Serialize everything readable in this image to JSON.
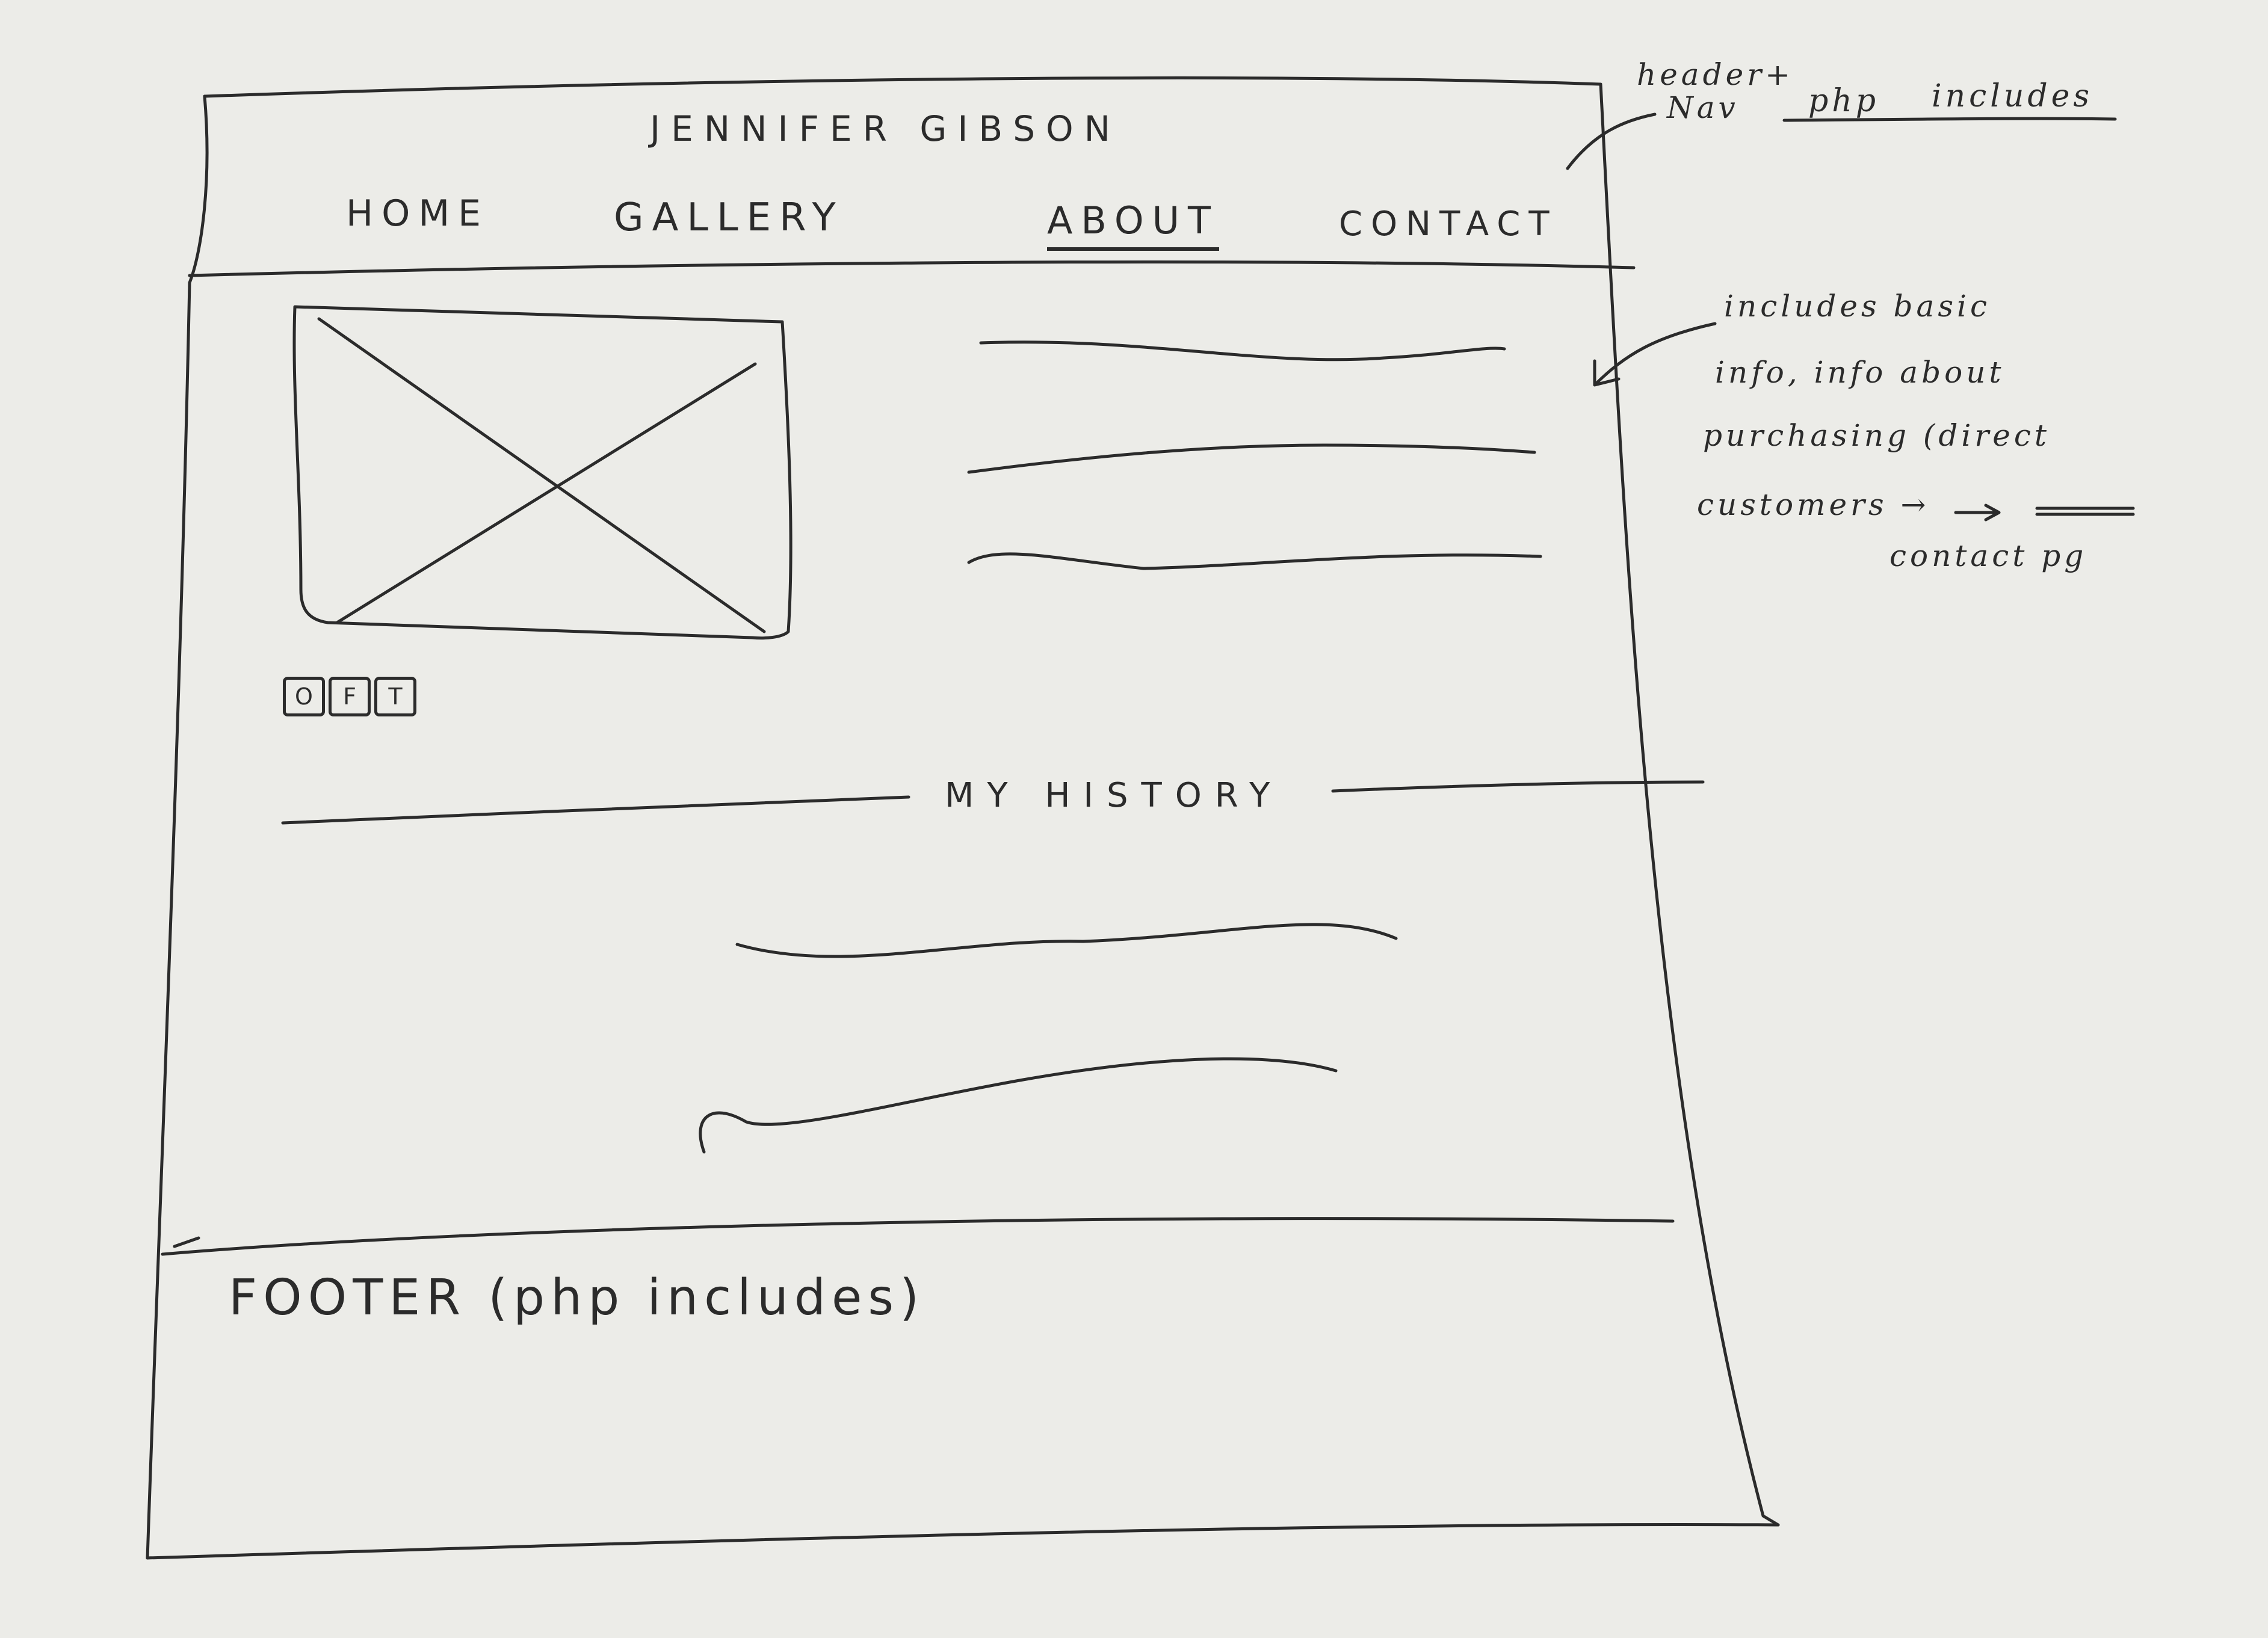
{
  "header": {
    "site_title": "JENNIFER GIBSON",
    "nav": [
      {
        "label": "HOME"
      },
      {
        "label": "GALLERY"
      },
      {
        "label": "ABOUT",
        "active": true
      },
      {
        "label": "CONTACT"
      }
    ]
  },
  "social": {
    "icons": [
      "instagram-icon",
      "facebook-icon",
      "twitter-icon"
    ],
    "glyphs": [
      "O",
      "F",
      "T"
    ]
  },
  "history": {
    "heading": "MY HISTORY"
  },
  "footer": {
    "label": "FOOTER (php includes)"
  },
  "annotations": {
    "header_note_line1": "header+",
    "header_note_line2": "Nav",
    "header_note_php": "php",
    "header_note_includes": "includes",
    "info_note_line1": "includes basic",
    "info_note_line2": "info, info about",
    "info_note_line3": "purchasing (direct",
    "info_note_line4": "customers →",
    "info_note_line5": "contact pg"
  },
  "colors": {
    "paper": "#ecece8",
    "ink": "#2b2b2b",
    "table": "#d9d9d5"
  }
}
